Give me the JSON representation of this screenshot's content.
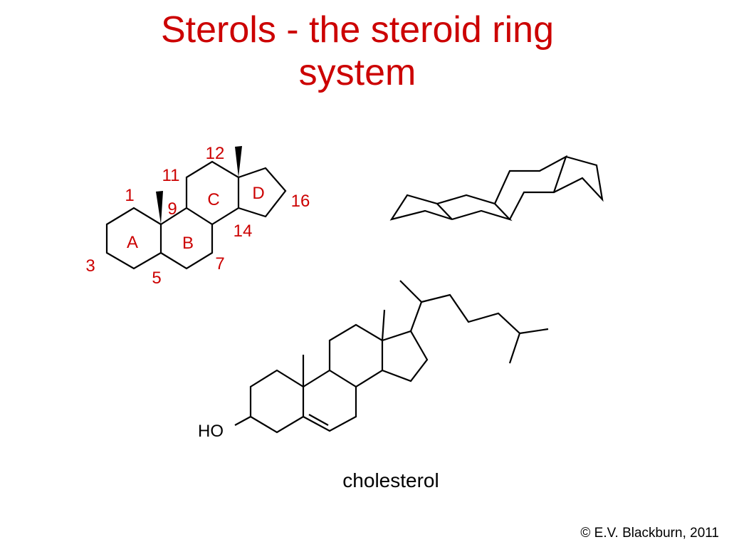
{
  "slide": {
    "title_line1": "Sterols - the steroid ring",
    "title_line2": "system",
    "copyright": "© E.V. Blackburn, 2011"
  },
  "steroid_numbered": {
    "rings": [
      "A",
      "B",
      "C",
      "D"
    ],
    "positions": [
      "1",
      "3",
      "5",
      "7",
      "9",
      "11",
      "12",
      "14",
      "16"
    ]
  },
  "cholesterol": {
    "hydroxyl_label": "HO",
    "caption": "cholesterol"
  },
  "colors": {
    "title": "#cc0000",
    "labels": "#cc0000",
    "bonds": "#000000"
  }
}
